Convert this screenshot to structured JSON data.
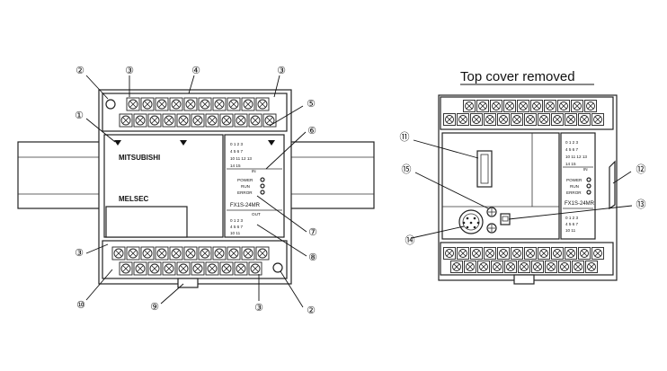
{
  "heading": "Top cover removed",
  "left_unit": {
    "brand": "MITSUBISHI",
    "series": "MELSEC",
    "io_top_row1": "0 1 2 3",
    "io_top_row2": "4 5 6 7",
    "io_top_row3": "10 11 12 13",
    "io_top_row4": "14 15",
    "io_in_label": "IN",
    "io_out_row1": "0 1 2 3",
    "io_out_row2": "4 5 6 7",
    "io_out_row3": "10 11",
    "io_out_label": "OUT",
    "led_power": "POWER",
    "led_run": "RUN",
    "led_error": "ERROR",
    "model": "FX1S-24MR"
  },
  "right_unit": {
    "io_top_row1": "0 1 2 3",
    "io_top_row2": "4 5 6 7",
    "io_top_row3": "10 11 12 13",
    "io_top_row4": "14 15",
    "io_in_label": "IN",
    "io_out_row1": "0 1 2 3",
    "io_out_row2": "4 5 6 7",
    "io_out_row3": "10 11",
    "led_power": "POWER",
    "led_run": "RUN",
    "led_error": "ERROR",
    "model": "FX1S-24MR"
  },
  "callouts": {
    "n1": "①",
    "n2": "②",
    "n3": "③",
    "n4": "④",
    "n5": "⑤",
    "n6": "⑥",
    "n7": "⑦",
    "n8": "⑧",
    "n9": "⑨",
    "n10": "⑩",
    "n11": "⑪",
    "n12": "⑫",
    "n13": "⑬",
    "n14": "⑭",
    "n15": "⑮"
  }
}
